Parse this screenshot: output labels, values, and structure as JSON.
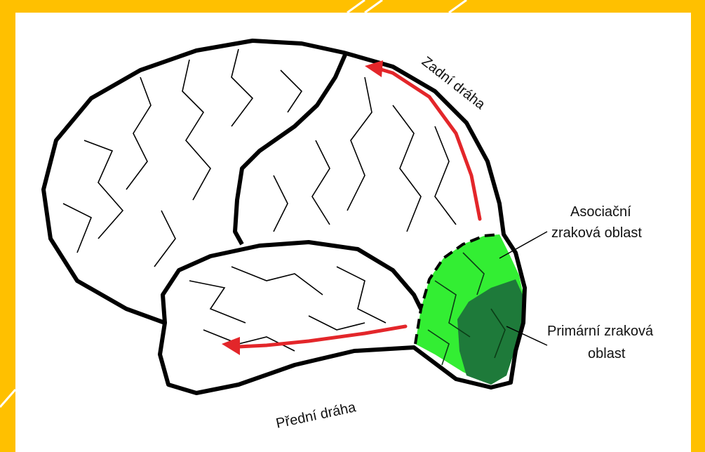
{
  "labels": {
    "zadni_draha": "Zadní dráha",
    "predni_draha": "Přední dráha",
    "asociacni_line1": "Asociační",
    "asociacni_line2": "zraková oblast",
    "primarni_line1": "Primární zraková",
    "primarni_line2": "oblast"
  },
  "colors": {
    "frame": "#FFC000",
    "pathway_arrow": "#E3262A",
    "association_area": "#33EE33",
    "primary_area": "#1E7A3A",
    "outline": "#000000"
  }
}
